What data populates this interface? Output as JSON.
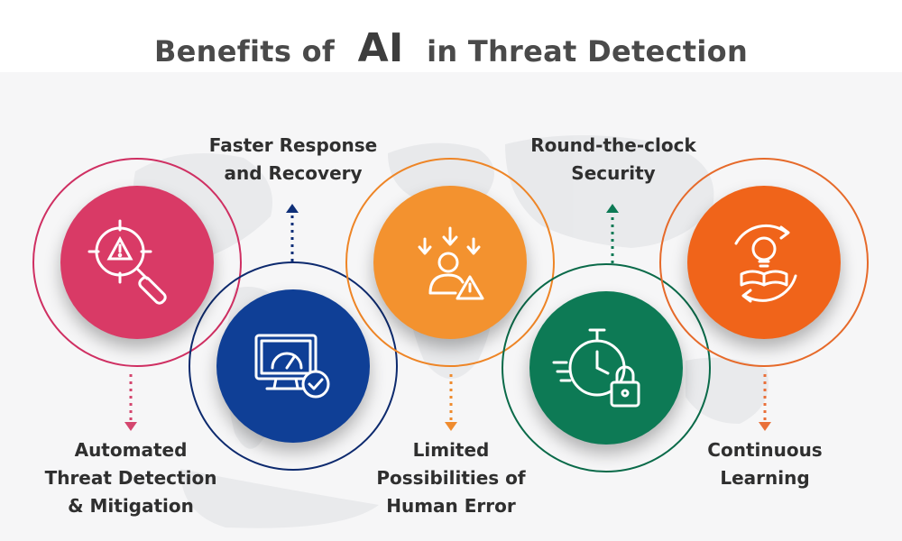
{
  "title": {
    "prefix": "Benefits of",
    "highlight": "AI",
    "suffix": "in Threat Detection"
  },
  "benefits": [
    {
      "lines": [
        "Automated",
        "Threat Detection",
        "& Mitigation"
      ],
      "icon": "magnifier-warning-icon",
      "color": "#d93a66",
      "ring": "#cf2f62"
    },
    {
      "lines": [
        "Faster Response",
        "and Recovery"
      ],
      "icon": "monitor-gauge-check-icon",
      "color": "#0f3f96",
      "ring": "#0d2a6e"
    },
    {
      "lines": [
        "Limited",
        "Possibilities of",
        "Human Error"
      ],
      "icon": "person-arrows-warning-icon",
      "color": "#f3922f",
      "ring": "#ee8526"
    },
    {
      "lines": [
        "Round-the-clock",
        "Security"
      ],
      "icon": "stopwatch-lock-icon",
      "color": "#0d7a55",
      "ring": "#0a6a49"
    },
    {
      "lines": [
        "Continuous",
        "Learning"
      ],
      "icon": "bulb-book-cycle-icon",
      "color": "#f0641a",
      "ring": "#e66a2a"
    }
  ]
}
